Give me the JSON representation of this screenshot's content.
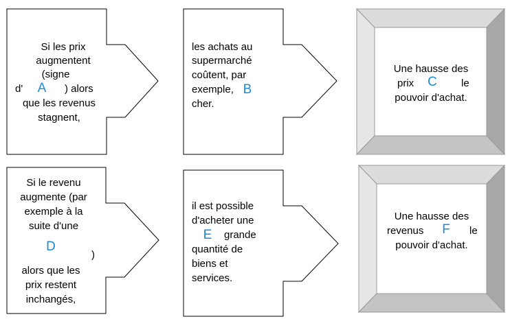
{
  "row1": {
    "box1": {
      "lines": [
        "Si les prix",
        "augmentent",
        "(signe",
        "d'",
        ") alors",
        "que les revenus",
        "stagnent,"
      ]
    },
    "box2": {
      "lines": [
        "les achats au",
        "supermarché",
        "coûtent, par",
        "exemple,",
        "cher."
      ]
    },
    "box3": {
      "lines": [
        "Une hausse des",
        "prix",
        "le",
        "pouvoir d'achat."
      ]
    }
  },
  "row2": {
    "box1": {
      "lines": [
        "Si le revenu",
        "augmente (par",
        "exemple à la",
        "suite d'une",
        ")",
        "alors que les",
        "prix restent",
        "inchangés,"
      ]
    },
    "box2": {
      "lines": [
        "il est possible",
        "d'acheter une",
        "grande",
        "quantité de",
        "biens et",
        "services."
      ]
    },
    "box3": {
      "lines": [
        "Une hausse des",
        "revenus",
        "le",
        "pouvoir d'achat."
      ]
    }
  },
  "blanks": {
    "A": "A",
    "B": "B",
    "C": "C",
    "D": "D",
    "E": "E",
    "F": "F"
  },
  "colors": {
    "blank": "#1e8ad8",
    "frame_light": "#d8d8d8",
    "frame_dark": "#a9a9a9",
    "frame_mid": "#c4c4c4"
  }
}
